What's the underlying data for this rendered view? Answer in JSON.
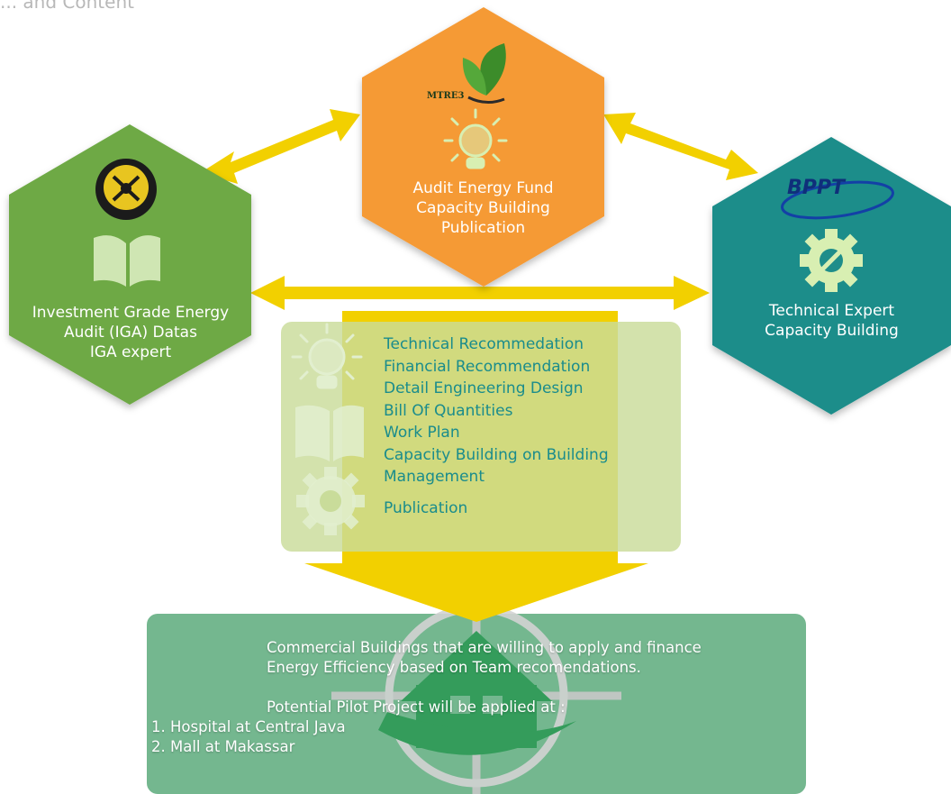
{
  "header": {
    "cut_text": "... and Content"
  },
  "nodes": {
    "top": {
      "logo_text": "MTRE3",
      "lines": [
        "Audit Energy Fund",
        "Capacity Building",
        "Publication"
      ],
      "color": "#f59a35"
    },
    "left": {
      "lines": [
        "Investment Grade Energy",
        "Audit (IGA) Datas",
        "IGA expert"
      ],
      "color": "#6ea945"
    },
    "right": {
      "logo_text": "BPPT",
      "lines": [
        "Technical Expert",
        "Capacity Building"
      ],
      "color": "#1e8d8a"
    }
  },
  "deliverables": [
    "Technical Recommedation",
    "Financial Recommendation",
    "Detail Engineering Design",
    "Bill Of Quantities",
    "Work Plan",
    "Capacity Building on Building",
    "Management",
    "Publication"
  ],
  "result": {
    "lines": [
      "Commercial Buildings that are willing to apply and finance",
      "Energy Efficiency based on Team recomendations.",
      "",
      "Potential Pilot Project will be applied at :",
      "1. Hospital at Central Java",
      "2. Mall at Makassar"
    ]
  },
  "colors": {
    "arrow": "#f2d000",
    "panel": "#c9dc9a",
    "result_box": "#74b78f",
    "list_text": "#1a8c8c"
  },
  "icons": [
    "leaf-logo-icon",
    "lightbulb-icon",
    "book-icon",
    "gear-wrench-icon",
    "target-house-icon",
    "ministry-emblem-icon",
    "bppt-logo-icon"
  ]
}
